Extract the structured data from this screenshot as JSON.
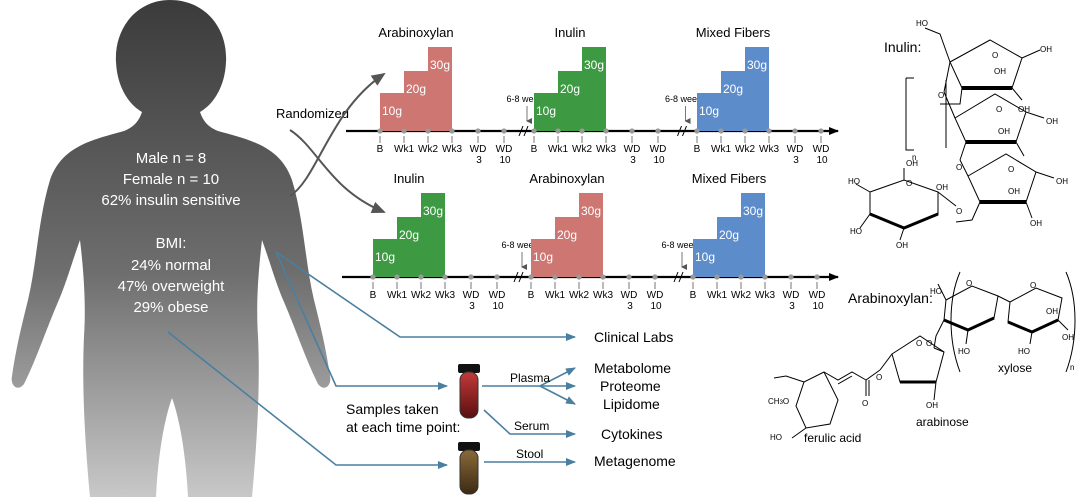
{
  "cohort": {
    "male": "Male n =  8",
    "female": "Female n = 10",
    "insulin": "62% insulin sensitive",
    "bmi_title": "BMI:",
    "bmi_normal": "24% normal",
    "bmi_overweight": "47% overweight",
    "bmi_obese": "29% obese"
  },
  "randomized_label": "Randomized",
  "arms": [
    {
      "phases": [
        {
          "name": "Arabinoxylan",
          "color": "#cd7672",
          "doses": [
            "10g",
            "20g",
            "30g"
          ]
        },
        {
          "name": "Inulin",
          "color": "#3d9a43",
          "doses": [
            "10g",
            "20g",
            "30g"
          ]
        },
        {
          "name": "Mixed Fibers",
          "color": "#5d8ccb",
          "doses": [
            "10g",
            "20g",
            "30g"
          ]
        }
      ]
    },
    {
      "phases": [
        {
          "name": "Inulin",
          "color": "#3d9a43",
          "doses": [
            "10g",
            "20g",
            "30g"
          ]
        },
        {
          "name": "Arabinoxylan",
          "color": "#cd7672",
          "doses": [
            "10g",
            "20g",
            "30g"
          ]
        },
        {
          "name": "Mixed Fibers",
          "color": "#5d8ccb",
          "doses": [
            "10g",
            "20g",
            "30g"
          ]
        }
      ]
    }
  ],
  "washout_label": "6-8 weeks",
  "timepoints": [
    {
      "line1": "B",
      "line2": ""
    },
    {
      "line1": "Wk1",
      "line2": ""
    },
    {
      "line1": "Wk2",
      "line2": ""
    },
    {
      "line1": "Wk3",
      "line2": ""
    },
    {
      "line1": "WD",
      "line2": "3"
    },
    {
      "line1": "WD",
      "line2": "10"
    }
  ],
  "outputs": {
    "clinical_labs": "Clinical Labs",
    "metabolome": "Metabolome",
    "proteome": "Proteome",
    "lipidome": "Lipidome",
    "cytokines": "Cytokines",
    "metagenome": "Metagenome"
  },
  "sample_types": {
    "plasma": "Plasma",
    "serum": "Serum",
    "stool": "Stool"
  },
  "samples_caption": [
    "Samples taken",
    "at each time point:"
  ],
  "structures": {
    "inulin_title": "Inulin:",
    "arabinoxylan_title": "Arabinoxylan:",
    "ferulic_acid": "ferulic acid",
    "arabinose": "arabinose",
    "xylose": "xylose",
    "repeat_n": "n"
  },
  "colors": {
    "body_top": "#3b3b3b",
    "body_bottom": "#c4c4c4",
    "flow_arrow": "#4a7fa0"
  }
}
